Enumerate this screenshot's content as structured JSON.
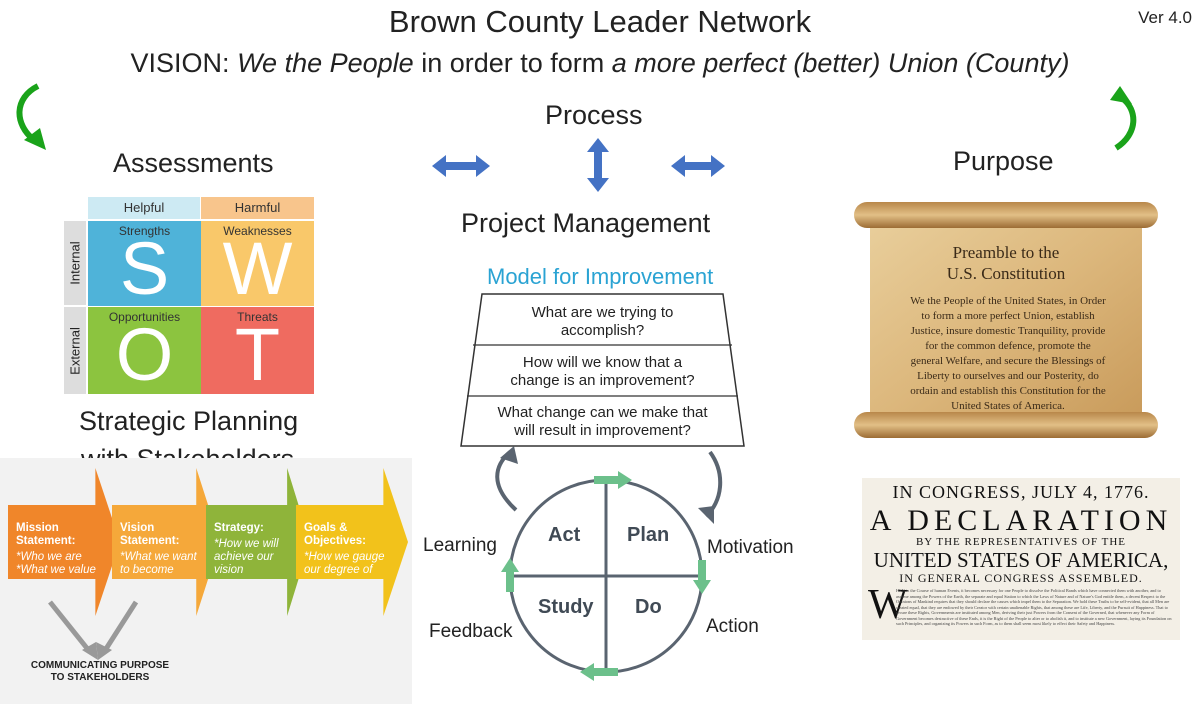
{
  "header": {
    "title": "Brown County Leader Network",
    "version": "Ver 4.0",
    "vision_prefix": "VISION:  ",
    "vision_italic1": "We the People",
    "vision_mid": " in order to form ",
    "vision_italic2": "a more perfect (better) Union (County)"
  },
  "sections": {
    "assessments": "Assessments",
    "process": "Process",
    "project_management": "Project Management",
    "purpose": "Purpose",
    "strategic_line1": "Strategic Planning",
    "strategic_line2": "with Stakeholders"
  },
  "swot": {
    "helpful": "Helpful",
    "harmful": "Harmful",
    "internal": "Internal",
    "external": "External",
    "strengths": "Strengths",
    "weaknesses": "Weaknesses",
    "opportunities": "Opportunities",
    "threats": "Threats",
    "s": "S",
    "w": "W",
    "o": "O",
    "t": "T",
    "colors": {
      "s": "#4fb3d9",
      "w": "#f9c86a",
      "o": "#8cc43f",
      "t": "#ef6b60",
      "helpful": "#cdeaf3",
      "harmful": "#f8c58c"
    }
  },
  "strategy_arrows": [
    {
      "title": "Mission Statement:",
      "body": "*Who we are *What we value",
      "color": "#f0862a"
    },
    {
      "title": "Vision Statement:",
      "body": "*What we want to become",
      "color": "#f5a83a"
    },
    {
      "title": "Strategy:",
      "body": "*How we will achieve our vision",
      "color": "#8fb43a"
    },
    {
      "title": "Goals & Objectives:",
      "body": "*How we gauge our degree of success",
      "color": "#f2c21b"
    }
  ],
  "communicating": "COMMUNICATING PURPOSE TO STAKEHOLDERS",
  "model": {
    "title": "Model for Improvement",
    "q1": "What are we trying to accomplish?",
    "q2": "How will we know that a change is an improvement?",
    "q3": "What change can we make that will result in improvement?",
    "act": "Act",
    "plan": "Plan",
    "study": "Study",
    "do": "Do",
    "learning": "Learning",
    "motivation": "Motivation",
    "feedback": "Feedback",
    "action": "Action"
  },
  "preamble": {
    "title1": "Preamble to the",
    "title2": "U.S. Constitution",
    "text": "We the People of the United States, in Order to form a more perfect Union, establish Justice, insure domestic Tranquility, provide for the common defence, promote the general Welfare, and secure the Blessings of Liberty to ourselves and our Posterity, do ordain and establish this Constitution for the United States of America."
  },
  "declaration": {
    "line1": "IN CONGRESS, JULY 4, 1776.",
    "line2": "A DECLARATION",
    "line3": "BY THE REPRESENTATIVES OF THE",
    "line4": "UNITED STATES OF AMERICA,",
    "line5": "IN GENERAL CONGRESS ASSEMBLED.",
    "dropcap": "W",
    "fine": "HEN in the Course of human Events, it becomes necessary for one People to dissolve the Political Bands which have connected them with another, and to assume among the Powers of the Earth, the separate and equal Station to which the Laws of Nature and of Nature's God entitle them, a decent Respect to the Opinions of Mankind requires that they should declare the causes which impel them to the Separation. We hold these Truths to be self-evident, that all Men are created equal, that they are endowed by their Creator with certain unalienable Rights, that among these are Life, Liberty, and the Pursuit of Happiness. That to secure these Rights, Governments are instituted among Men, deriving their just Powers from the Consent of the Governed, that whenever any Form of Government becomes destructive of these Ends, it is the Right of the People to alter or to abolish it, and to institute a new Government, laying its Foundation on such Principles, and organizing its Powers in such Form, as to them shall seem most likely to effect their Safety and Happiness."
  },
  "colors": {
    "arrow_blue": "#4472c4",
    "cycle_green": "#6cc08b",
    "curve_green": "#1aa31a",
    "cycle_gray": "#5a6470"
  }
}
